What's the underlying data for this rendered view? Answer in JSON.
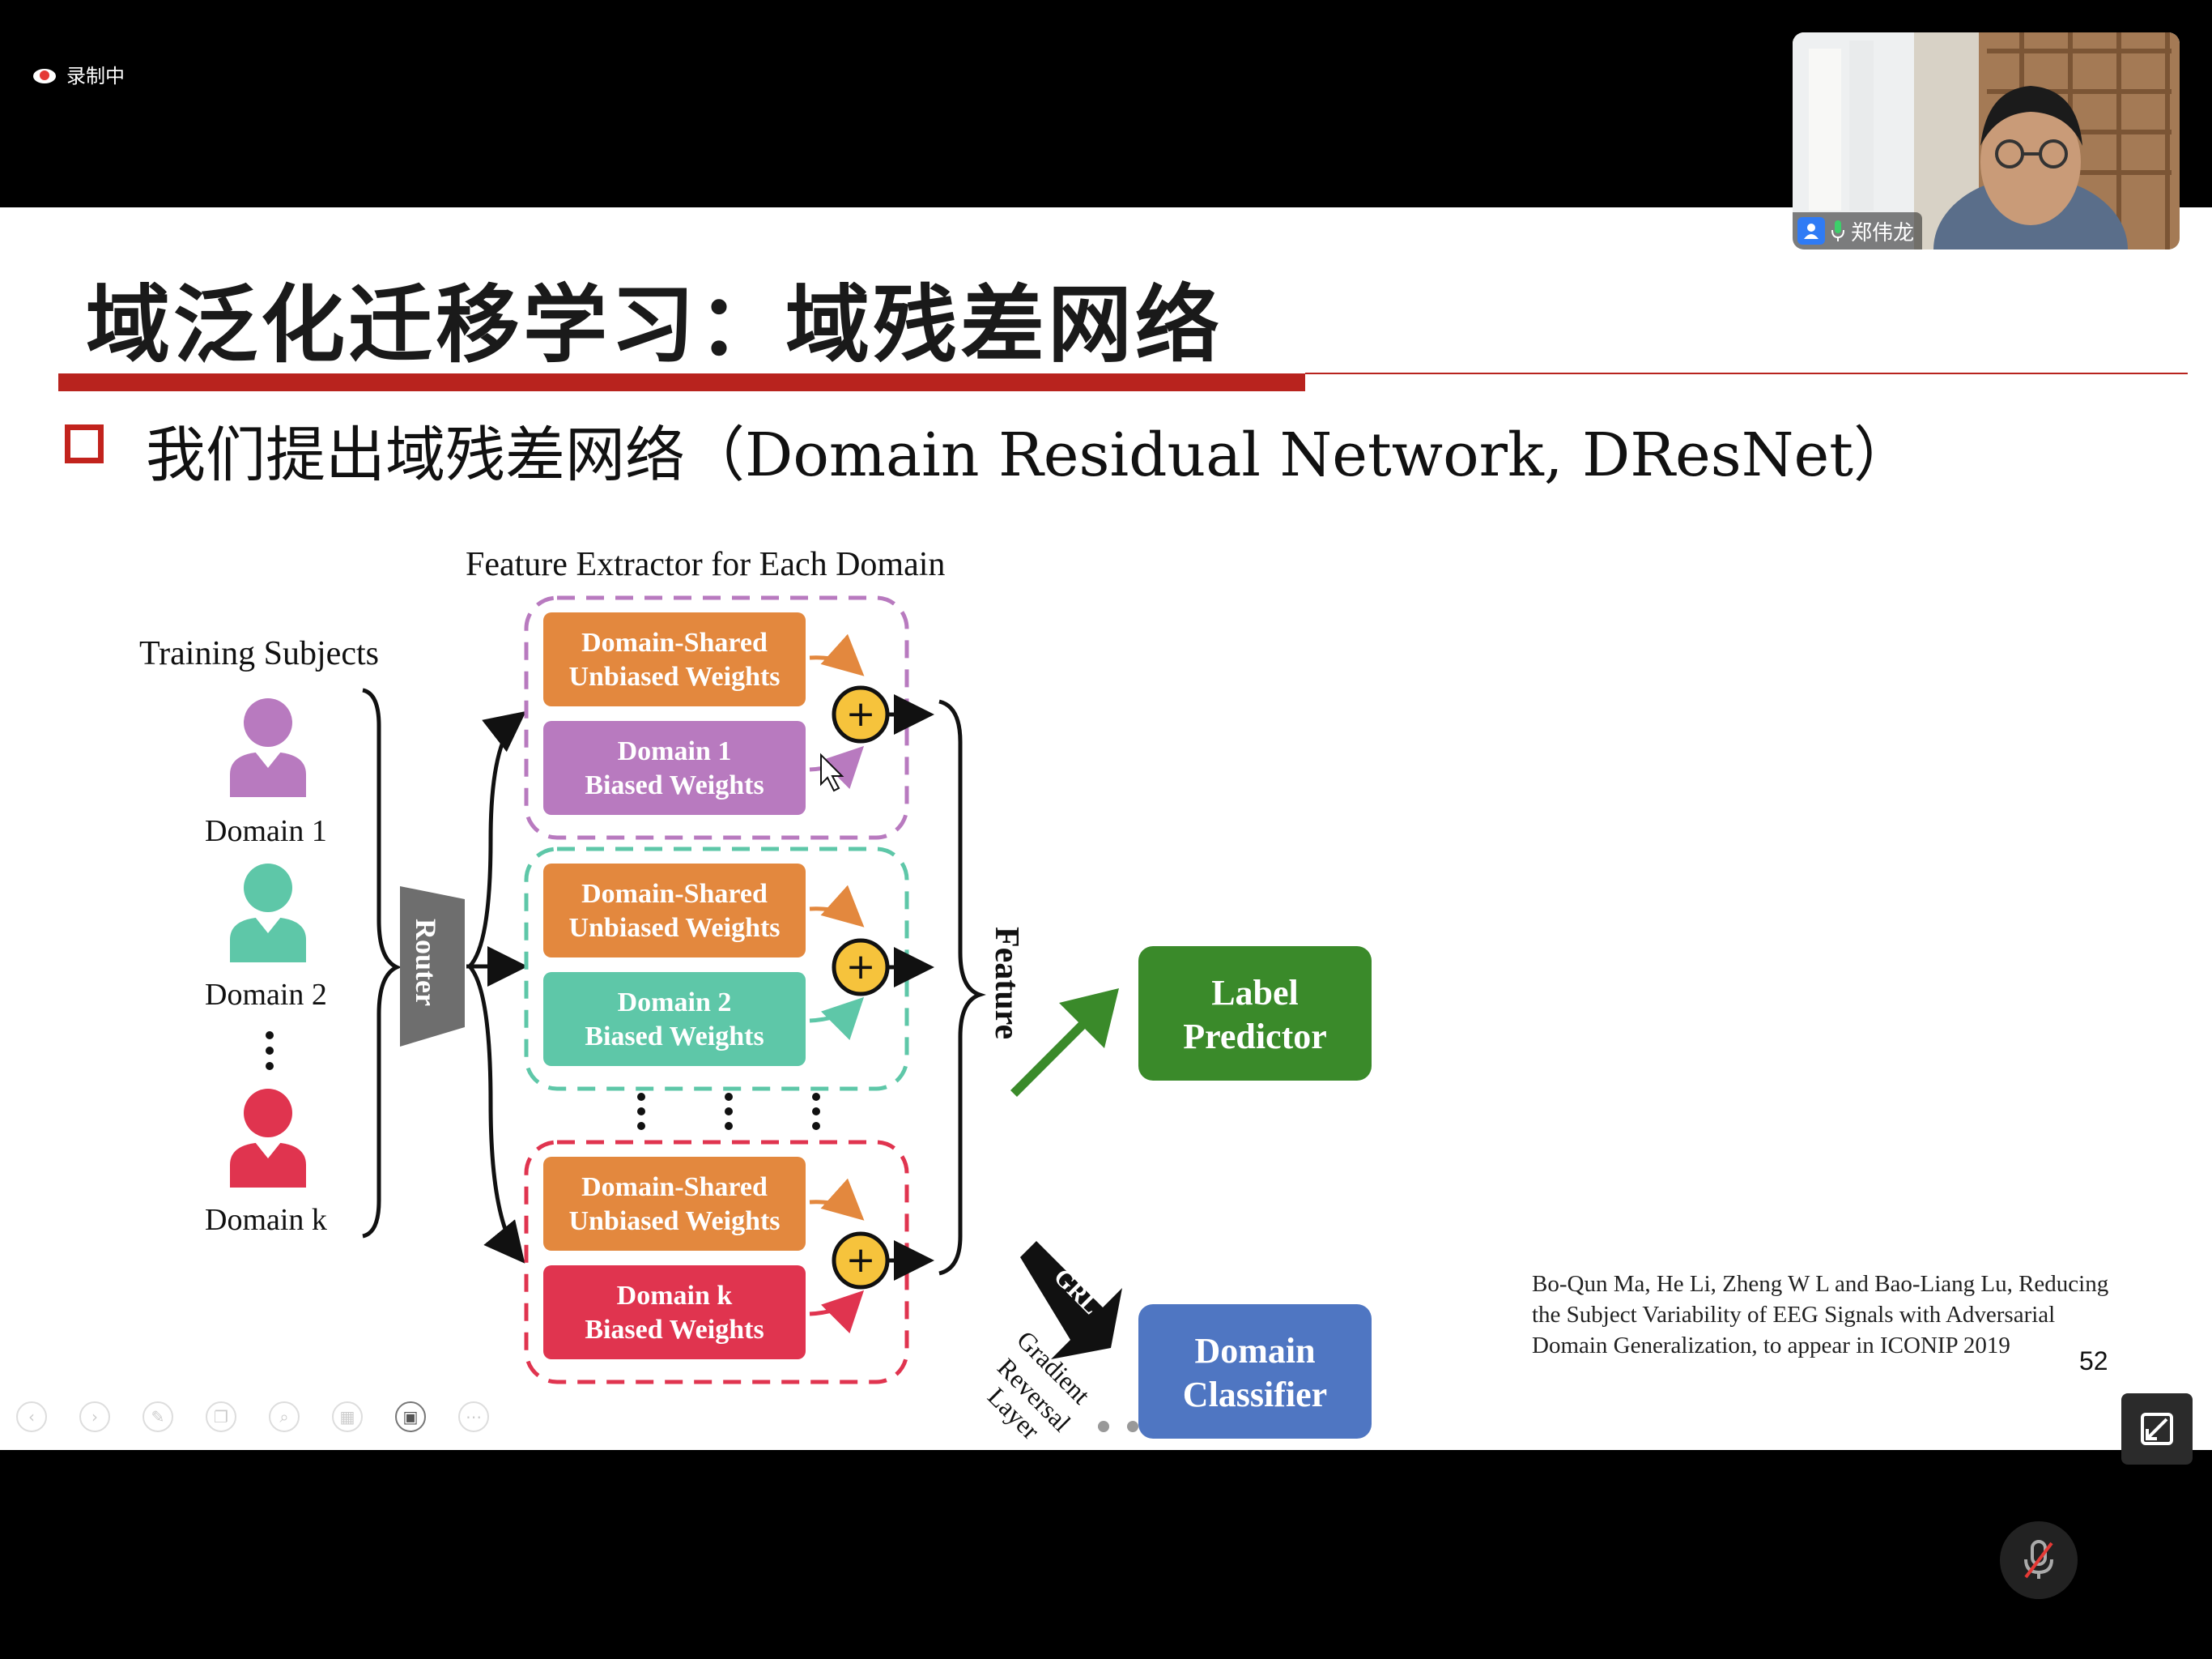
{
  "recording": {
    "label": "录制中"
  },
  "participant": {
    "name": "郑伟龙"
  },
  "slide": {
    "title": "域泛化迁移学习：域残差网络",
    "subtitle": "我们提出域残差网络（Domain Residual Network, DResNet）",
    "page_number": "52",
    "citation": {
      "line1": "Bo-Qun Ma, He Li, Zheng W L and Bao-Liang Lu, Reducing",
      "line2": "the Subject Variability of EEG Signals with Adversarial",
      "line3": "Domain Generalization, to appear in ICONIP 2019"
    }
  },
  "diagram": {
    "header": "Feature Extractor for Each Domain",
    "training_subjects": "Training Subjects",
    "domains": [
      "Domain 1",
      "Domain 2",
      "Domain k"
    ],
    "router": "Router",
    "shared": {
      "line1": "Domain-Shared",
      "line2": "Unbiased Weights"
    },
    "biased": [
      {
        "line1": "Domain 1",
        "line2": "Biased Weights"
      },
      {
        "line1": "Domain 2",
        "line2": "Biased Weights"
      },
      {
        "line1": "Domain k",
        "line2": "Biased Weights"
      }
    ],
    "plus": "+",
    "feature": "Feature",
    "label_predictor": {
      "line1": "Label",
      "line2": "Predictor"
    },
    "domain_classifier": {
      "line1": "Domain",
      "line2": "Classifier"
    },
    "grl": "GRL",
    "grl_desc": [
      "Gradient",
      "Reversal",
      "Layer"
    ],
    "colors": {
      "domain1": "#b87abf",
      "domain2": "#5ec7a8",
      "domaink": "#e0344f",
      "shared": "#e3883e",
      "label_predictor": "#3a8a2a",
      "domain_classifier": "#4f76c2",
      "router": "#6e6e6e",
      "plus": "#f6c33c"
    }
  },
  "toolbar_icons": [
    "prev-icon",
    "next-icon",
    "pen-icon",
    "copy-icon",
    "zoom-icon",
    "grid-icon",
    "camera-icon",
    "more-icon"
  ]
}
